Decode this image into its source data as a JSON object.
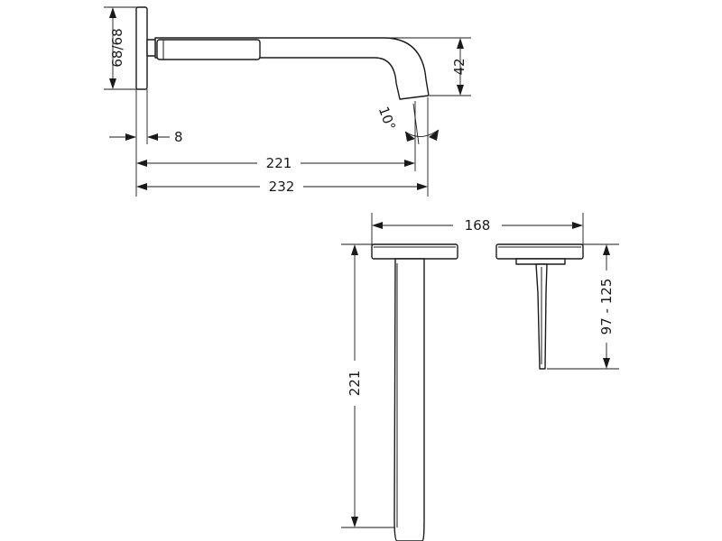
{
  "drawing": {
    "dimensions": {
      "flange_diameter": "68/68",
      "flange_thickness": "8",
      "spout_height": "42",
      "spout_angle": "10°",
      "spout_reach": "221",
      "total_depth": "232",
      "plate_width": "168",
      "spout_body_length": "221",
      "handle_depth": "97 - 125"
    }
  }
}
